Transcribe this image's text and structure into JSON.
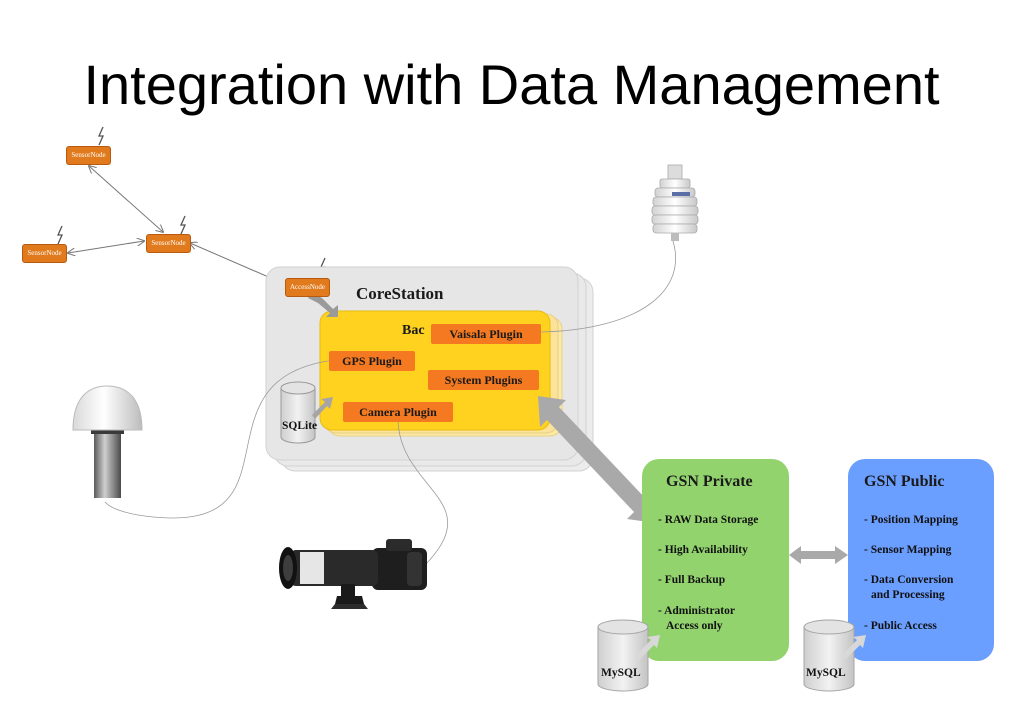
{
  "title": "Integration with Data Management",
  "nodes": {
    "sensor_node_1": "SensorNode",
    "sensor_node_2": "SensorNode",
    "sensor_node_3": "SensorNode",
    "access_node": "AccessNode"
  },
  "corestation": {
    "title": "CoreStation",
    "backend_label": "Bac",
    "plugins": {
      "vaisala": "Vaisala Plugin",
      "gps": "GPS Plugin",
      "system": "System Plugins",
      "camera": "Camera Plugin"
    },
    "db": "SQLite"
  },
  "gsn_private": {
    "title": "GSN Private",
    "items": [
      "- RAW Data Storage",
      "- High Availability",
      "- Full Backup",
      "- Administrator",
      "Access only"
    ],
    "db": "MySQL"
  },
  "gsn_public": {
    "title": "GSN Public",
    "items": [
      "- Position Mapping",
      "- Sensor Mapping",
      "- Data Conversion",
      "and Processing",
      "- Public Access"
    ],
    "db": "MySQL"
  },
  "colors": {
    "corestation_bg": "#e6e6e6",
    "backend": "#ffd21f",
    "plugin": "#f47920",
    "node": "#e07a1c",
    "gsn_private": "#92d36e",
    "gsn_public": "#6a9eff"
  }
}
